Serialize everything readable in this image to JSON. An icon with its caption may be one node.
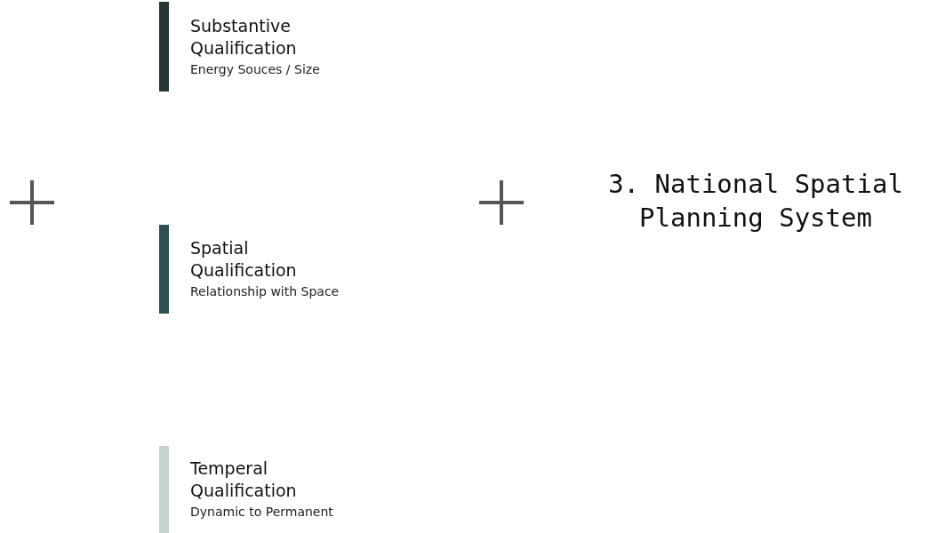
{
  "diagram": {
    "nodes": [
      {
        "text": [
          "Substantive Qualification",
          "Energy Souces / Size"
        ]
      },
      {
        "text": [
          "Spatial Qualification",
          "Relationship with Space"
        ]
      },
      {
        "text": [
          "Temperal Qualification",
          "Dynamic to Permanent"
        ]
      }
    ],
    "labels": [
      "3. National Spatial Planning System"
    ]
  }
}
